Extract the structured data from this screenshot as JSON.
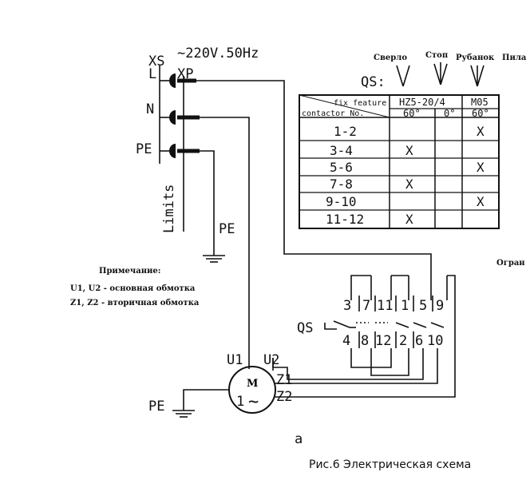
{
  "supply": {
    "voltage": "220V.50Hz",
    "socket_label": "XS",
    "plug_label": "XP",
    "line": "L",
    "neutral": "N",
    "earth": "PE",
    "limits": "Limits",
    "earth_ground": "PE"
  },
  "switch_positions": {
    "prefix": "QS:",
    "drill": "Сверло",
    "stop": "Стоп",
    "planer": "Рубанок",
    "saw": "Пила"
  },
  "table": {
    "header_contact": "contactor No.",
    "header_fix": "fix feature",
    "col_group_1": "HZ5-20/4",
    "col_group_2": "M05",
    "angles": [
      "60°",
      "0°",
      "60°"
    ],
    "rows": [
      {
        "contacts": "1-2",
        "marks": [
          "",
          "",
          "X"
        ]
      },
      {
        "contacts": "3-4",
        "marks": [
          "X",
          "",
          ""
        ]
      },
      {
        "contacts": "5-6",
        "marks": [
          "",
          "",
          "X"
        ]
      },
      {
        "contacts": "7-8",
        "marks": [
          "X",
          "",
          ""
        ]
      },
      {
        "contacts": "9-10",
        "marks": [
          "",
          "",
          "X"
        ]
      },
      {
        "contacts": "11-12",
        "marks": [
          "X",
          "",
          ""
        ]
      }
    ]
  },
  "note": {
    "title": "Примечание:",
    "line1": "U1, U2 - основная обмотка",
    "line2": "Z1, Z2 - вторичная обмотка"
  },
  "truncated_label": "Огран",
  "switch": {
    "label": "QS",
    "top_contacts": [
      "3",
      "7",
      "11",
      "1",
      "5",
      "9"
    ],
    "bottom_contacts": [
      "4",
      "8",
      "12",
      "2",
      "6",
      "10"
    ]
  },
  "motor": {
    "u1": "U1",
    "u2": "U2",
    "z1": "Z1",
    "z2": "Z2",
    "symbol": "M",
    "phase": "1",
    "ac": "~",
    "earth": "PE"
  },
  "subfigure": "a",
  "caption": "Рис.6 Электрическая схема"
}
